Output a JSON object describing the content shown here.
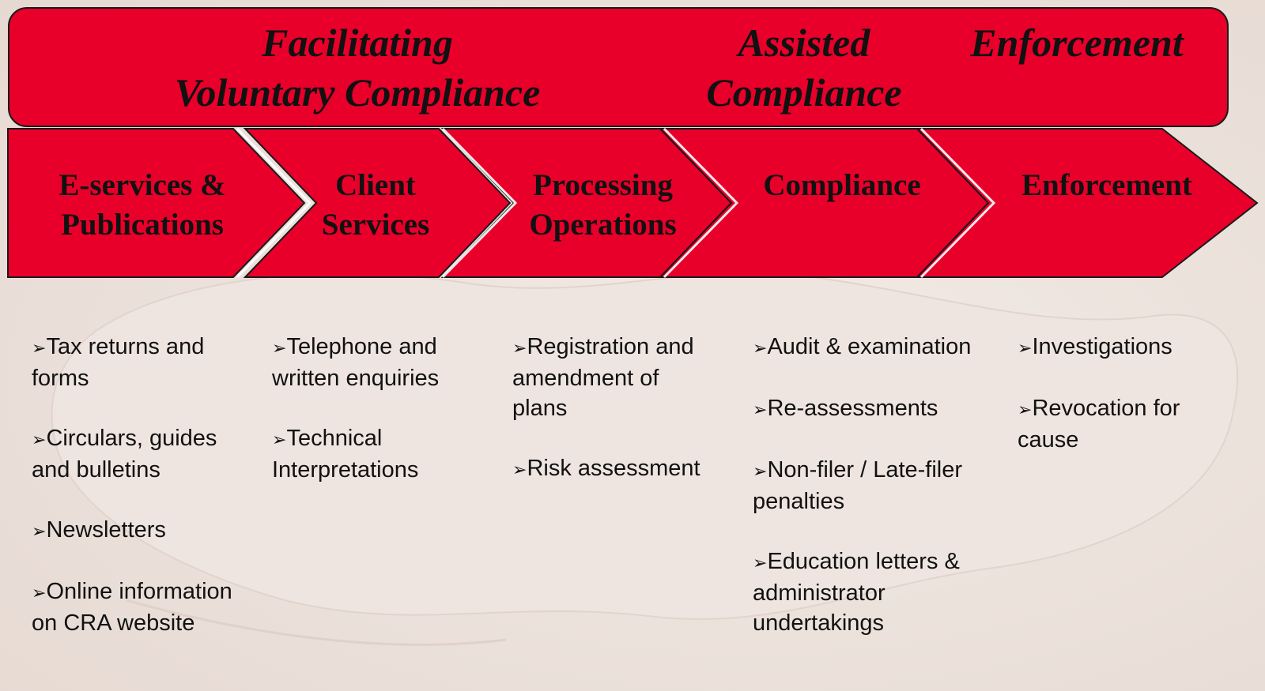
{
  "banner": {
    "voluntary": {
      "line1": "Facilitating",
      "line2": "Voluntary Compliance"
    },
    "assisted": {
      "line1": "Assisted",
      "line2": "Compliance"
    },
    "enforcement": {
      "line1": "Enforcement"
    }
  },
  "stages": [
    {
      "line1": "E-services &",
      "line2": "Publications"
    },
    {
      "line1": "Client",
      "line2": "Services"
    },
    {
      "line1": "Processing",
      "line2": "Operations"
    },
    {
      "line1": "Compliance",
      "line2": ""
    },
    {
      "line1": "Enforcement",
      "line2": ""
    }
  ],
  "bullet_marker": "➢",
  "columns": [
    {
      "items": [
        "Tax returns and forms",
        "Circulars, guides and bulletins",
        "Newsletters",
        "Online information on CRA website"
      ]
    },
    {
      "items": [
        "Telephone and written enquiries",
        "Technical Interpretations"
      ]
    },
    {
      "items": [
        "Registration and amendment of plans",
        "Risk assessment"
      ]
    },
    {
      "items": [
        "Audit & examination",
        "Re-assessments",
        "Non-filer / Late-filer penalties",
        "Education letters & administrator undertakings"
      ]
    },
    {
      "items": [
        "Investigations",
        "Revocation for cause"
      ]
    }
  ],
  "colors": {
    "red": "#e8002a",
    "outline": "#1a1a1a",
    "text": "#111111"
  }
}
